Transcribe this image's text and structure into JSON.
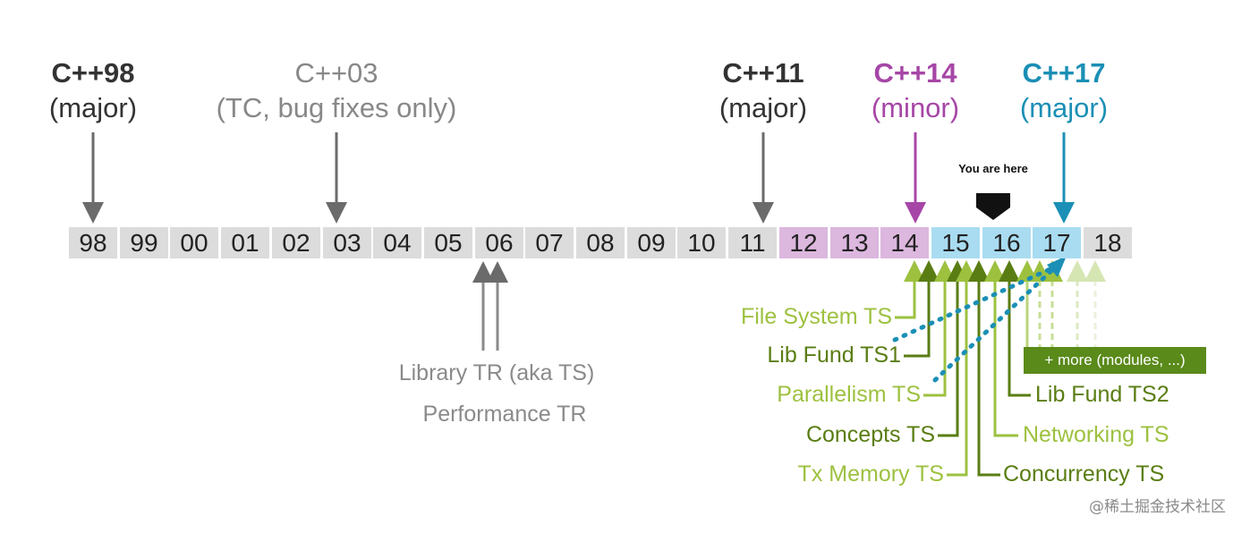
{
  "standards": [
    {
      "name": "C++98",
      "note": "(major)",
      "color": "#333333",
      "bold": true
    },
    {
      "name": "C++03",
      "note": "(TC, bug fixes only)",
      "color": "#888888",
      "bold": false
    },
    {
      "name": "C++11",
      "note": "(major)",
      "color": "#333333",
      "bold": true
    },
    {
      "name": "C++14",
      "note": "(minor)",
      "color": "#a646a6",
      "bold": true
    },
    {
      "name": "C++17",
      "note": "(major)",
      "color": "#1b8fb5",
      "bold": true
    }
  ],
  "you_are_here": "You are here",
  "years": [
    {
      "label": "98",
      "kind": "gray"
    },
    {
      "label": "99",
      "kind": "gray"
    },
    {
      "label": "00",
      "kind": "gray"
    },
    {
      "label": "01",
      "kind": "gray"
    },
    {
      "label": "02",
      "kind": "gray"
    },
    {
      "label": "03",
      "kind": "gray"
    },
    {
      "label": "04",
      "kind": "gray"
    },
    {
      "label": "05",
      "kind": "gray"
    },
    {
      "label": "06",
      "kind": "gray"
    },
    {
      "label": "07",
      "kind": "gray"
    },
    {
      "label": "08",
      "kind": "gray"
    },
    {
      "label": "09",
      "kind": "gray"
    },
    {
      "label": "10",
      "kind": "gray"
    },
    {
      "label": "11",
      "kind": "gray"
    },
    {
      "label": "12",
      "kind": "purple"
    },
    {
      "label": "13",
      "kind": "purple"
    },
    {
      "label": "14",
      "kind": "purple"
    },
    {
      "label": "15",
      "kind": "blue"
    },
    {
      "label": "16",
      "kind": "blue"
    },
    {
      "label": "17",
      "kind": "blue"
    },
    {
      "label": "18",
      "kind": "gray"
    }
  ],
  "tech_reports": [
    "Library TR (aka TS)",
    "Performance TR"
  ],
  "tech_specs": [
    {
      "label": "File System TS",
      "color": "#9dc13f"
    },
    {
      "label": "Lib Fund TS1",
      "color": "#5a7d13"
    },
    {
      "label": "Parallelism TS",
      "color": "#9dc13f"
    },
    {
      "label": "Concepts TS",
      "color": "#5a7d13"
    },
    {
      "label": "Tx Memory TS",
      "color": "#9dc13f"
    },
    {
      "label": "Lib Fund TS2",
      "color": "#5a7d13"
    },
    {
      "label": "Networking TS",
      "color": "#9dc13f"
    },
    {
      "label": "Concurrency TS",
      "color": "#5a7d13"
    }
  ],
  "more_badge": "+ more (modules, ...)",
  "watermark": "@稀土掘金技术社区",
  "colors": {
    "gray_arrow": "#6b6b6b",
    "purple": "#a646a6",
    "blue": "#1b8fb5",
    "green_dark": "#5a7d13",
    "green_light": "#9dc13f",
    "badge": "#5a8a1a"
  }
}
